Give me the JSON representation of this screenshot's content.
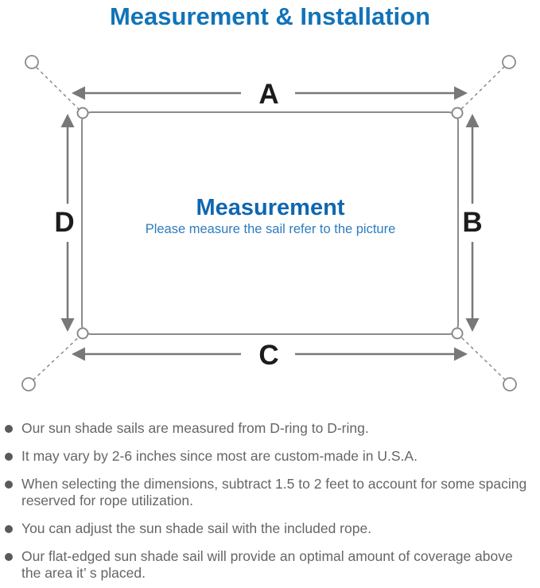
{
  "title": "Measurement & Installation",
  "diagram": {
    "edge_labels": {
      "top": "A",
      "right": "B",
      "bottom": "C",
      "left": "D"
    },
    "center_heading": "Measurement",
    "center_caption": "Please measure the sail refer to the picture"
  },
  "notes": [
    "Our sun shade sails are measured from D-ring to D-ring.",
    "It may vary by 2-6 inches since most are custom-made in U.S.A.",
    "When selecting the dimensions, subtract 1.5 to 2 feet to account for some spacing reserved for rope utilization.",
    "You can adjust the sun shade sail with the included rope.",
    "Our flat-edged sun shade sail will provide an optimal amount of coverage above the area it’ s placed."
  ],
  "colors": {
    "title_blue": "#1273b8",
    "heading_blue": "#0f67b1",
    "caption_blue": "#2e7cbf",
    "line_gray": "#8b8b8b",
    "arrow_gray": "#787878",
    "label_black": "#1c1c1c",
    "note_text_gray": "#666666",
    "bullet_gray": "#5a5a5a"
  }
}
